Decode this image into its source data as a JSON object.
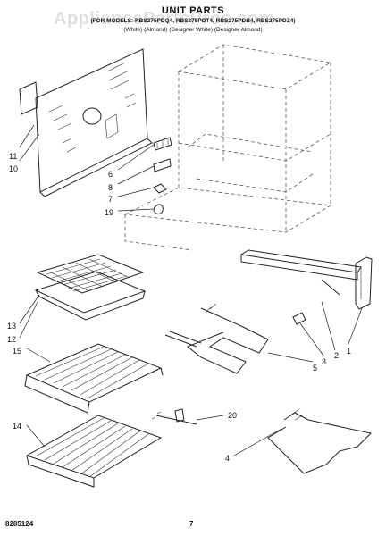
{
  "diagram": {
    "watermark": "AppliancePartsPros.com",
    "title": "UNIT PARTS",
    "models": "(FOR MODELS: RBS275PDQ4, RBS275PDT4, RBS275PDB4, RBS275PDZ4)",
    "colors": "(White)  (Almond) (Designer White) (Designer Almond)",
    "doc_number": "8285124",
    "page_number": "7",
    "callouts": [
      "1",
      "2",
      "3",
      "4",
      "5",
      "6",
      "7",
      "8",
      "10",
      "11",
      "12",
      "13",
      "14",
      "15",
      "19",
      "20"
    ]
  }
}
